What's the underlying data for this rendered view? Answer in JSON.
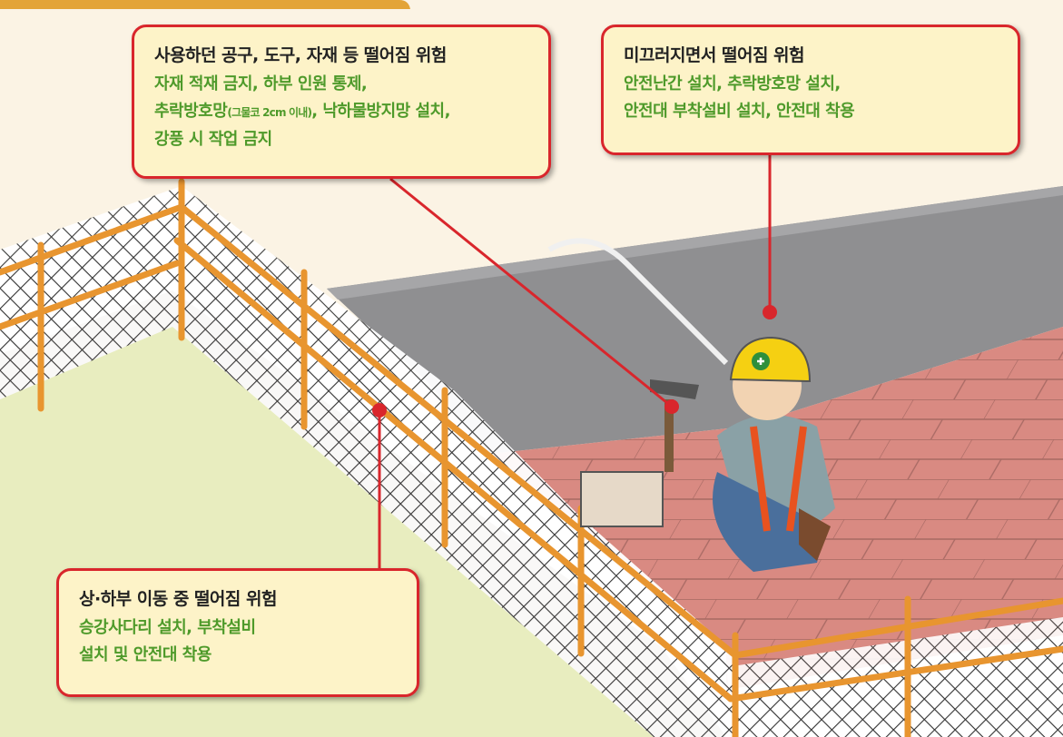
{
  "callouts": {
    "tools": {
      "title": "사용하던 공구, 도구, 자재 등 떨어짐 위험",
      "line1": "자재 적재 금지, 하부 인원 통제,",
      "line2_a": "추락방호망",
      "line2_small": "(그물코 2cm 이내)",
      "line2_b": ", 낙하물방지망 설치,",
      "line3": "강풍 시 작업 금지"
    },
    "slip": {
      "title": "미끄러지면서 떨어짐 위험",
      "line1": "안전난간 설치, 추락방호망 설치,",
      "line2": "안전대 부착설비 설치, 안전대 착용"
    },
    "moving": {
      "title": "상·하부 이동 중 떨어짐 위험",
      "line1": "승강사다리 설치, 부착설비",
      "line2": "설치 및 안전대 착용"
    }
  },
  "colors": {
    "callout_border": "#d9262c",
    "callout_bg": "#fdf3c8",
    "measure_text": "#4e9a2a",
    "railing": "#e8952f",
    "roof_shingle": "#d9877f",
    "roof_membrane": "#8d8d8f",
    "helmet": "#f5d012"
  }
}
